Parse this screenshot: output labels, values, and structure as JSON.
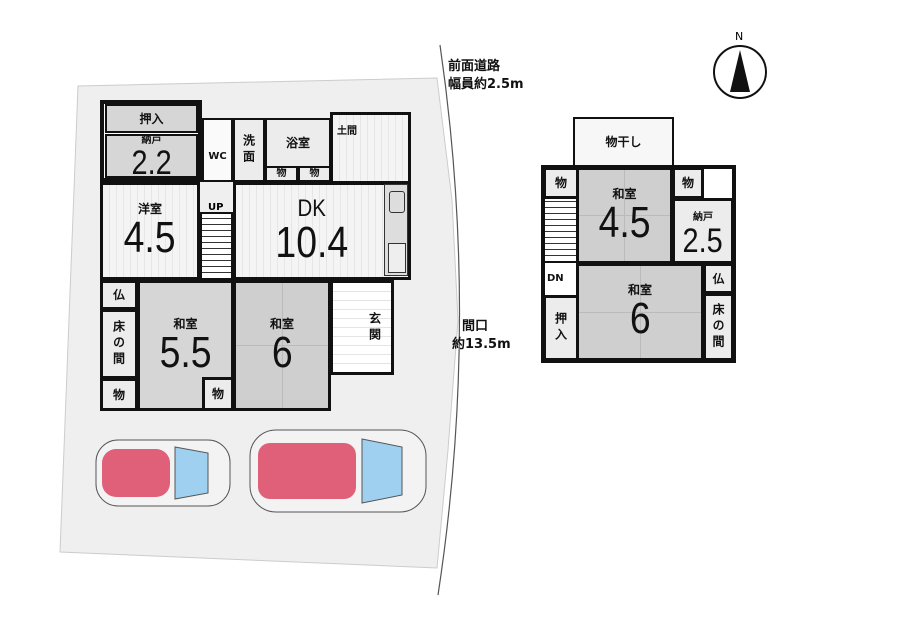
{
  "road": {
    "line1": "前面道路",
    "line2": "幅員約2.5m"
  },
  "frontage": {
    "line1": "間口",
    "line2": "約13.5m"
  },
  "compass": {
    "label": "N"
  },
  "floor1": {
    "oshiire": "押入",
    "nando_label": "納戸",
    "nando_size": "2.2",
    "wc": "WC",
    "senmen": "洗面",
    "yokushitsu": "浴室",
    "mono": "物",
    "doma": "土間",
    "yoshitsu_label": "洋室",
    "yoshitsu_size": "4.5",
    "up": "UP",
    "dk_label": "DK",
    "dk_size": "10.4",
    "butsu": "仏",
    "tokonoma": "床の間",
    "washitsu1_label": "和室",
    "washitsu1_size": "5.5",
    "washitsu2_label": "和室",
    "washitsu2_size": "6",
    "genkan": "玄関"
  },
  "floor2": {
    "monohoshi": "物干し",
    "mono": "物",
    "washitsu1_label": "和室",
    "washitsu1_size": "4.5",
    "nando_label": "納戸",
    "nando_size": "2.5",
    "dn": "DN",
    "oshiire": "押入",
    "washitsu2_label": "和室",
    "washitsu2_size": "6",
    "butsu": "仏",
    "tokonoma": "床の間"
  },
  "colors": {
    "car": "#e0607a",
    "lot": "#efefef"
  }
}
